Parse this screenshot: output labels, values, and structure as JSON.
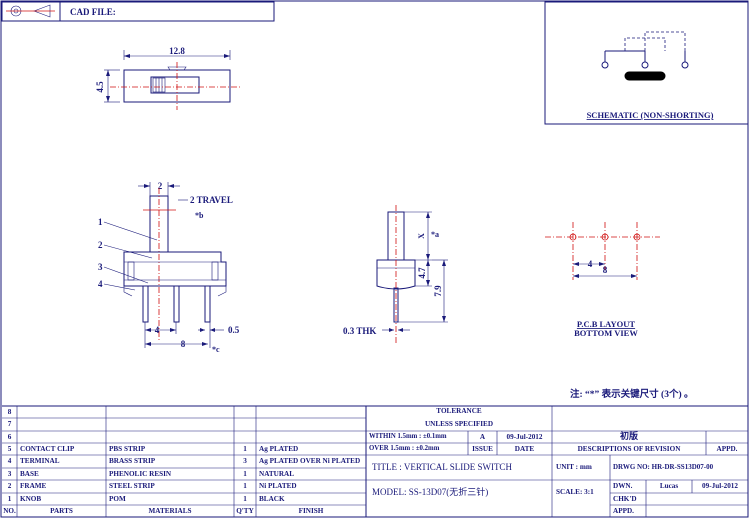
{
  "header": {
    "cad_file_label": "CAD FILE:"
  },
  "schematic": {
    "label": "SCHEMATIC (NON-SHORTING)"
  },
  "top_view": {
    "width_dim": "12.8",
    "height_dim": "4.5"
  },
  "front_view": {
    "dim_2": "2",
    "travel": "2 TRAVEL",
    "note_b": "*b",
    "callouts": [
      "1",
      "2",
      "3",
      "4"
    ],
    "dim_4": "4",
    "dim_8": "8",
    "dim_05": "0.5",
    "note_c": "*c"
  },
  "side_view": {
    "note_a": "*a",
    "dim_47": "4.7",
    "dim_79": "7.9",
    "thk": "0.3 THK"
  },
  "pcb": {
    "dim_4": "4",
    "dim_8": "8",
    "label1": "P.C.B LAYOUT",
    "label2": "BOTTOM VIEW"
  },
  "note": "注: “*” 表示关键尺寸 (3个) 。",
  "bom": {
    "header": {
      "no": "NO.",
      "parts": "PARTS",
      "materials": "MATERIALS",
      "qty": "Q'TY",
      "finish": "FINISH"
    },
    "rows": [
      {
        "no": "8",
        "part": "",
        "material": "",
        "qty": "",
        "finish": ""
      },
      {
        "no": "7",
        "part": "",
        "material": "",
        "qty": "",
        "finish": ""
      },
      {
        "no": "6",
        "part": "",
        "material": "",
        "qty": "",
        "finish": ""
      },
      {
        "no": "5",
        "part": "CONTACT CLIP",
        "material": "PBS STRIP",
        "qty": "1",
        "finish": "Ag PLATED"
      },
      {
        "no": "4",
        "part": "TERMINAL",
        "material": "BRASS STRIP",
        "qty": "3",
        "finish": "Ag PLATED OVER Ni PLATED"
      },
      {
        "no": "3",
        "part": "BASE",
        "material": "PHENOLIC RESIN",
        "qty": "1",
        "finish": "NATURAL"
      },
      {
        "no": "2",
        "part": "FRAME",
        "material": "STEEL STRIP",
        "qty": "1",
        "finish": "Ni PLATED"
      },
      {
        "no": "1",
        "part": "KNOB",
        "material": "POM",
        "qty": "1",
        "finish": "BLACK"
      }
    ]
  },
  "tolerance": {
    "title": "TOLERANCE",
    "subtitle": "UNLESS SPECIFIED",
    "within": "WITHIN 1.5mm : ±0.1mm",
    "over": "OVER 1.5mm : ±0.2mm"
  },
  "revision": {
    "issue_value": "A",
    "date_value": "09-Jul-2012",
    "desc_value": "初版",
    "issue_label": "ISSUE",
    "date_label": "DATE",
    "desc_label": "DESCRIPTIONS OF REVISION",
    "appd_label": "APPD."
  },
  "title_block": {
    "title": "TITLE : VERTICAL SLIDE SWITCH",
    "model": "MODEL: SS-13D07(无折三针)",
    "unit": "UNIT : mm",
    "scale": "SCALE: 3:1",
    "drwg": "DRWG NO: HR-DR-SS13D07-00",
    "dwn_label": "DWN.",
    "dwn_name": "Lucas",
    "dwn_date": "09-Jul-2012",
    "chkd_label": "CHK'D",
    "appd_label": "APPD."
  }
}
